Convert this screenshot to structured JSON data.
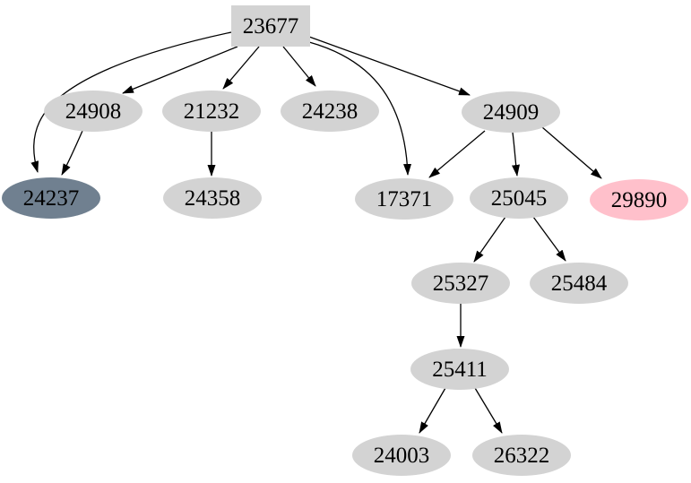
{
  "colors": {
    "background": "#ffffff",
    "node_default_fill": "#d3d3d3",
    "node_dark_fill": "#708090",
    "node_pink_fill": "#ffc0cb",
    "edge_stroke": "#000000",
    "label_color": "#000000"
  },
  "graph": {
    "type": "directed-tree",
    "nodes": [
      {
        "id": "23677",
        "label": "23677",
        "shape": "box",
        "fill": "#d3d3d3"
      },
      {
        "id": "24908",
        "label": "24908",
        "shape": "ellipse",
        "fill": "#d3d3d3"
      },
      {
        "id": "21232",
        "label": "21232",
        "shape": "ellipse",
        "fill": "#d3d3d3"
      },
      {
        "id": "24238",
        "label": "24238",
        "shape": "ellipse",
        "fill": "#d3d3d3"
      },
      {
        "id": "24909",
        "label": "24909",
        "shape": "ellipse",
        "fill": "#d3d3d3"
      },
      {
        "id": "24237",
        "label": "24237",
        "shape": "ellipse",
        "fill": "#708090"
      },
      {
        "id": "24358",
        "label": "24358",
        "shape": "ellipse",
        "fill": "#d3d3d3"
      },
      {
        "id": "17371",
        "label": "17371",
        "shape": "ellipse",
        "fill": "#d3d3d3"
      },
      {
        "id": "25045",
        "label": "25045",
        "shape": "ellipse",
        "fill": "#d3d3d3"
      },
      {
        "id": "29890",
        "label": "29890",
        "shape": "ellipse",
        "fill": "#ffc0cb"
      },
      {
        "id": "25327",
        "label": "25327",
        "shape": "ellipse",
        "fill": "#d3d3d3"
      },
      {
        "id": "25484",
        "label": "25484",
        "shape": "ellipse",
        "fill": "#d3d3d3"
      },
      {
        "id": "25411",
        "label": "25411",
        "shape": "ellipse",
        "fill": "#d3d3d3"
      },
      {
        "id": "24003",
        "label": "24003",
        "shape": "ellipse",
        "fill": "#d3d3d3"
      },
      {
        "id": "26322",
        "label": "26322",
        "shape": "ellipse",
        "fill": "#d3d3d3"
      }
    ],
    "edges": [
      {
        "from": "23677",
        "to": "24908"
      },
      {
        "from": "23677",
        "to": "21232"
      },
      {
        "from": "23677",
        "to": "24238"
      },
      {
        "from": "23677",
        "to": "24909"
      },
      {
        "from": "23677",
        "to": "17371"
      },
      {
        "from": "23677",
        "to": "24237"
      },
      {
        "from": "24908",
        "to": "24237"
      },
      {
        "from": "21232",
        "to": "24358"
      },
      {
        "from": "24909",
        "to": "17371"
      },
      {
        "from": "24909",
        "to": "25045"
      },
      {
        "from": "24909",
        "to": "29890"
      },
      {
        "from": "25045",
        "to": "25327"
      },
      {
        "from": "25045",
        "to": "25484"
      },
      {
        "from": "25327",
        "to": "25411"
      },
      {
        "from": "25411",
        "to": "24003"
      },
      {
        "from": "25411",
        "to": "26322"
      }
    ]
  }
}
